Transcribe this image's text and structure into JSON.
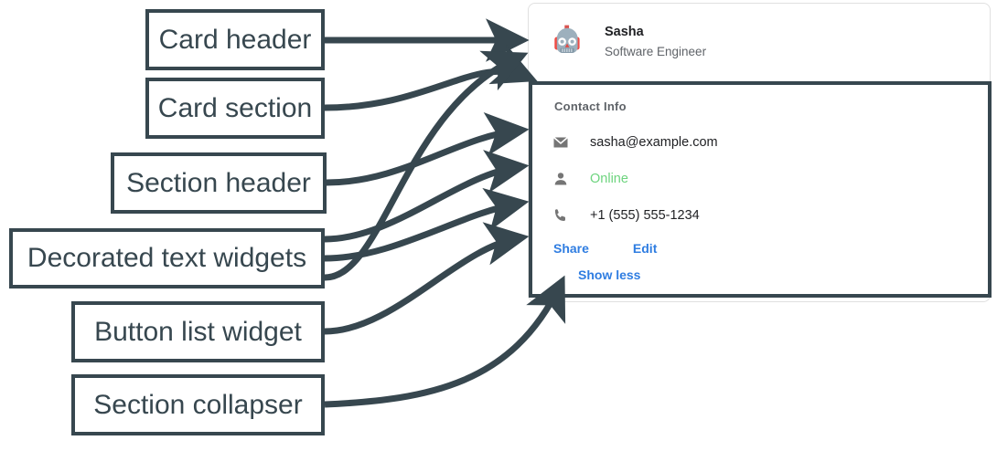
{
  "annotations": {
    "labels": [
      {
        "id": "card-header",
        "text": "Card header"
      },
      {
        "id": "card-section",
        "text": "Card section"
      },
      {
        "id": "section-header",
        "text": "Section header"
      },
      {
        "id": "decorated-text-widgets",
        "text": "Decorated text widgets"
      },
      {
        "id": "button-list-widget",
        "text": "Button list widget"
      },
      {
        "id": "section-collapser",
        "text": "Section collapser"
      }
    ],
    "line_color": "#37474f",
    "box_fill": "#ffffff"
  },
  "card": {
    "header": {
      "avatar_icon": "robot-avatar-icon",
      "title": "Sasha",
      "subtitle": "Software Engineer"
    },
    "section": {
      "header": "Contact Info",
      "rows": [
        {
          "icon": "email-icon",
          "text": "sasha@example.com",
          "color": "#202124"
        },
        {
          "icon": "person-icon",
          "text": "Online",
          "color": "#6dd47e"
        },
        {
          "icon": "phone-icon",
          "text": "+1 (555) 555-1234",
          "color": "#202124"
        }
      ],
      "buttons": [
        "Share",
        "Edit"
      ],
      "collapser": "Show less",
      "link_color": "#2f7de1",
      "status_color": "#6dd47e",
      "header_color": "#5f6368"
    }
  }
}
